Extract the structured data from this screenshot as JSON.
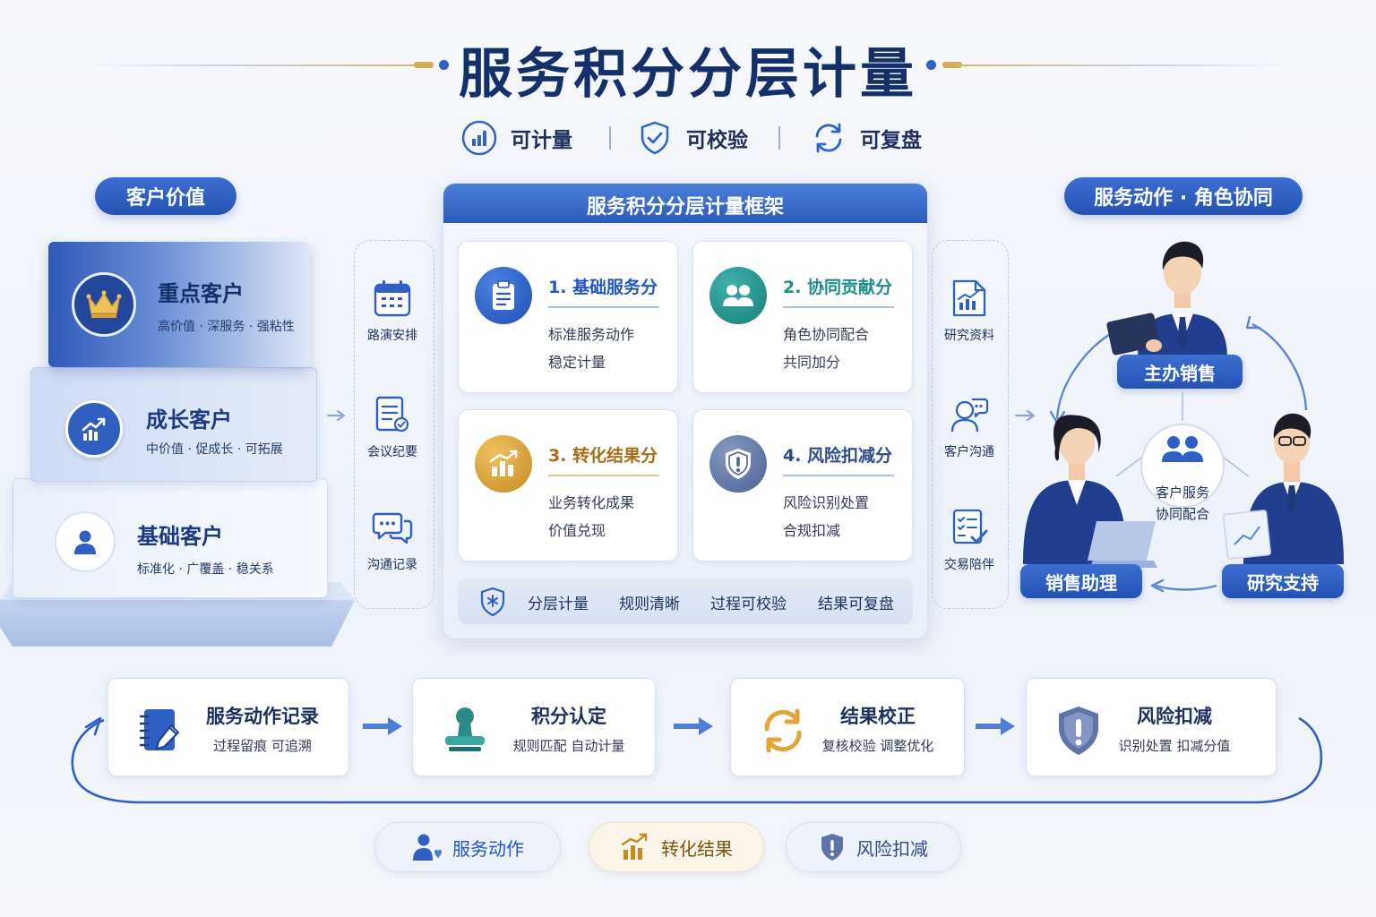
{
  "title": "服务积分分层计量",
  "features": [
    {
      "label": "可计量",
      "icon": "bar-chart-icon"
    },
    {
      "label": "可校验",
      "icon": "shield-check-icon"
    },
    {
      "label": "可复盘",
      "icon": "refresh-icon"
    }
  ],
  "left": {
    "header": "客户价值",
    "tiers": [
      {
        "name": "重点客户",
        "desc": "高价值 · 深服务 · 强粘性",
        "icon": "crown-icon"
      },
      {
        "name": "成长客户",
        "desc": "中价值 · 促成长 · 可拓展",
        "icon": "growth-chart-icon"
      },
      {
        "name": "基础客户",
        "desc": "标准化 · 广覆盖 · 稳关系",
        "icon": "person-icon"
      }
    ]
  },
  "service_actions": [
    {
      "label": "路演安排",
      "icon": "calendar-icon"
    },
    {
      "label": "会议纪要",
      "icon": "document-check-icon"
    },
    {
      "label": "沟通记录",
      "icon": "chat-bubbles-icon"
    }
  ],
  "framework": {
    "title": "服务积分分层计量框架",
    "cards": [
      {
        "title": "1. 基础服务分",
        "line1": "标准服务动作",
        "line2": "稳定计量",
        "color": "#2456c2",
        "icon": "clipboard-icon"
      },
      {
        "title": "2. 协同贡献分",
        "line1": "角色协同配合",
        "line2": "共同加分",
        "color": "#1e8e8a",
        "icon": "team-icon"
      },
      {
        "title": "3. 转化结果分",
        "line1": "业务转化成果",
        "line2": "价值兑现",
        "color": "#b27a1f",
        "icon": "rising-chart-icon"
      },
      {
        "title": "4. 风险扣减分",
        "line1": "风险识别处置",
        "line2": "合规扣减",
        "color": "#2f4a8a",
        "icon": "shield-alert-icon"
      }
    ],
    "rules": [
      "分层计量",
      "规则清晰",
      "过程可校验",
      "结果可复盘"
    ]
  },
  "resources": [
    {
      "label": "研究资料",
      "icon": "report-chart-icon"
    },
    {
      "label": "客户沟通",
      "icon": "support-agent-icon"
    },
    {
      "label": "交易陪伴",
      "icon": "checklist-icon"
    }
  ],
  "right": {
    "header": "服务动作 · 角色协同",
    "roles": [
      "主办销售",
      "销售助理",
      "研究支持"
    ],
    "center_label_1": "客户服务",
    "center_label_2": "协同配合"
  },
  "process": [
    {
      "title": "服务动作记录",
      "desc": "过程留痕   可追溯",
      "icon": "notebook-pen-icon"
    },
    {
      "title": "积分认定",
      "desc": "规则匹配   自动计量",
      "icon": "stamp-icon"
    },
    {
      "title": "结果校正",
      "desc": "复核校验   调整优化",
      "icon": "cycle-arrows-icon"
    },
    {
      "title": "风险扣减",
      "desc": "识别处置   扣减分值",
      "icon": "shield-exclaim-icon"
    }
  ],
  "legend": [
    {
      "label": "服务动作",
      "icon": "person-heart-icon",
      "color": "#2456c2"
    },
    {
      "label": "转化结果",
      "icon": "gold-chart-icon",
      "color": "#b27a1f"
    },
    {
      "label": "风险扣减",
      "icon": "shield-exclaim-icon",
      "color": "#2f4a8a"
    }
  ]
}
